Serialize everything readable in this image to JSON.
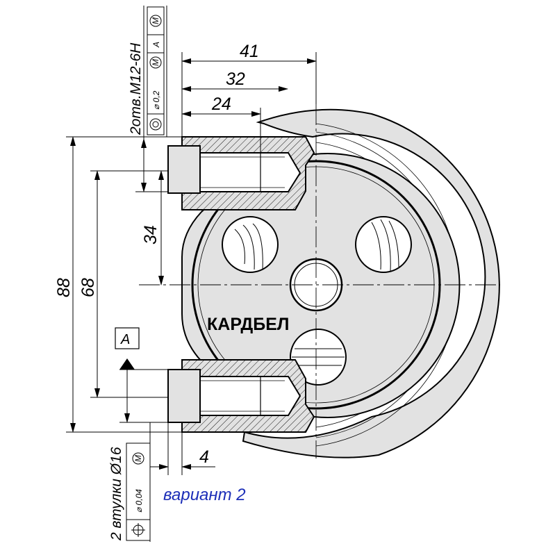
{
  "drawing": {
    "brand_text": "КАРДБЕЛ",
    "variant_text": "вариант 2",
    "colors": {
      "line": "#000000",
      "fill": "#e2e2e2",
      "variant": "#1d2fb8"
    },
    "dimensions": {
      "d41": "41",
      "d32": "32",
      "d24": "24",
      "d88": "88",
      "d68": "68",
      "d34": "34",
      "d4": "4"
    },
    "datum_label": "A",
    "thread_callout": {
      "note": "2отв.М12-6Н",
      "tol_value": "⌀ 0,2",
      "modifier": "M",
      "datum": "A",
      "datum_modifier": "M"
    },
    "bushing_callout": {
      "note": "2 втулки Ø16",
      "tol_value": "⌀ 0,04",
      "modifier": "M"
    }
  }
}
